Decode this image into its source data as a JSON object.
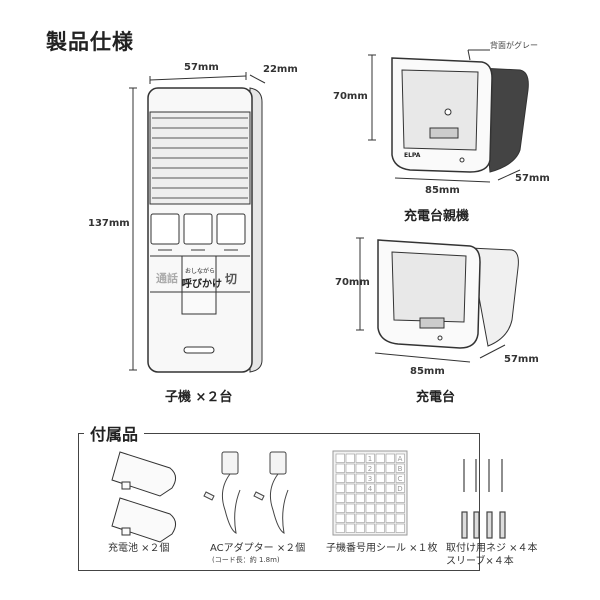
{
  "title": "製品仕様",
  "handset": {
    "width_label": "57mm",
    "depth_label": "22mm",
    "height_label": "137mm",
    "button_left": "通話",
    "button_center_small": "おしながら",
    "button_center": "呼びかけ",
    "button_right": "切",
    "caption": "子機 ×２台"
  },
  "parent_charger": {
    "note": "背面がグレー",
    "height_label": "70mm",
    "width_label": "85mm",
    "depth_label": "57mm",
    "brand": "ELPA",
    "caption": "充電台親機"
  },
  "charger": {
    "height_label": "70mm",
    "width_label": "85mm",
    "depth_label": "57mm",
    "caption": "充電台"
  },
  "accessories": {
    "title": "付属品",
    "items": [
      {
        "label": "充電池 ×２個"
      },
      {
        "label": "ACアダプター ×２個",
        "sub": "(コード長：約 1.8m)"
      },
      {
        "label": "子機番号用シール ×１枚"
      },
      {
        "label": "取付け用ネジ ×４本",
        "label2": "スリーブ×４本"
      }
    ],
    "sticker_numbers": [
      "1",
      "2",
      "3",
      "4"
    ],
    "sticker_letters": [
      "A",
      "B",
      "C",
      "D"
    ]
  }
}
